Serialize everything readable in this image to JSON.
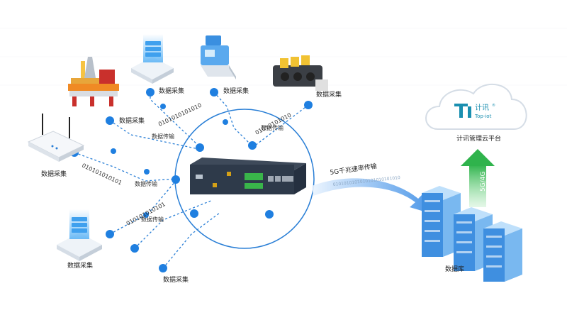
{
  "nodes": {
    "collect_label": "数据采集",
    "transmit_label": "数据传输"
  },
  "link": {
    "label": "5G千兆速率传输",
    "binary": "0101010101010101010101010"
  },
  "uplink_label": "5G/4G",
  "cloud": {
    "brand_cn": "计讯",
    "brand_en": "Top-iot",
    "registered": "®",
    "caption": "计讯管理云平台"
  },
  "database_label": "数据库",
  "colors": {
    "accent": "#1f7fe0",
    "dash": "#2a7fd6",
    "router_body": "#2e3a4a",
    "port_green": "#39b54a",
    "arrow_green": "#4cc26a",
    "server_blue": "#5aa2e8",
    "cloud_teal": "#1a8fb0"
  }
}
